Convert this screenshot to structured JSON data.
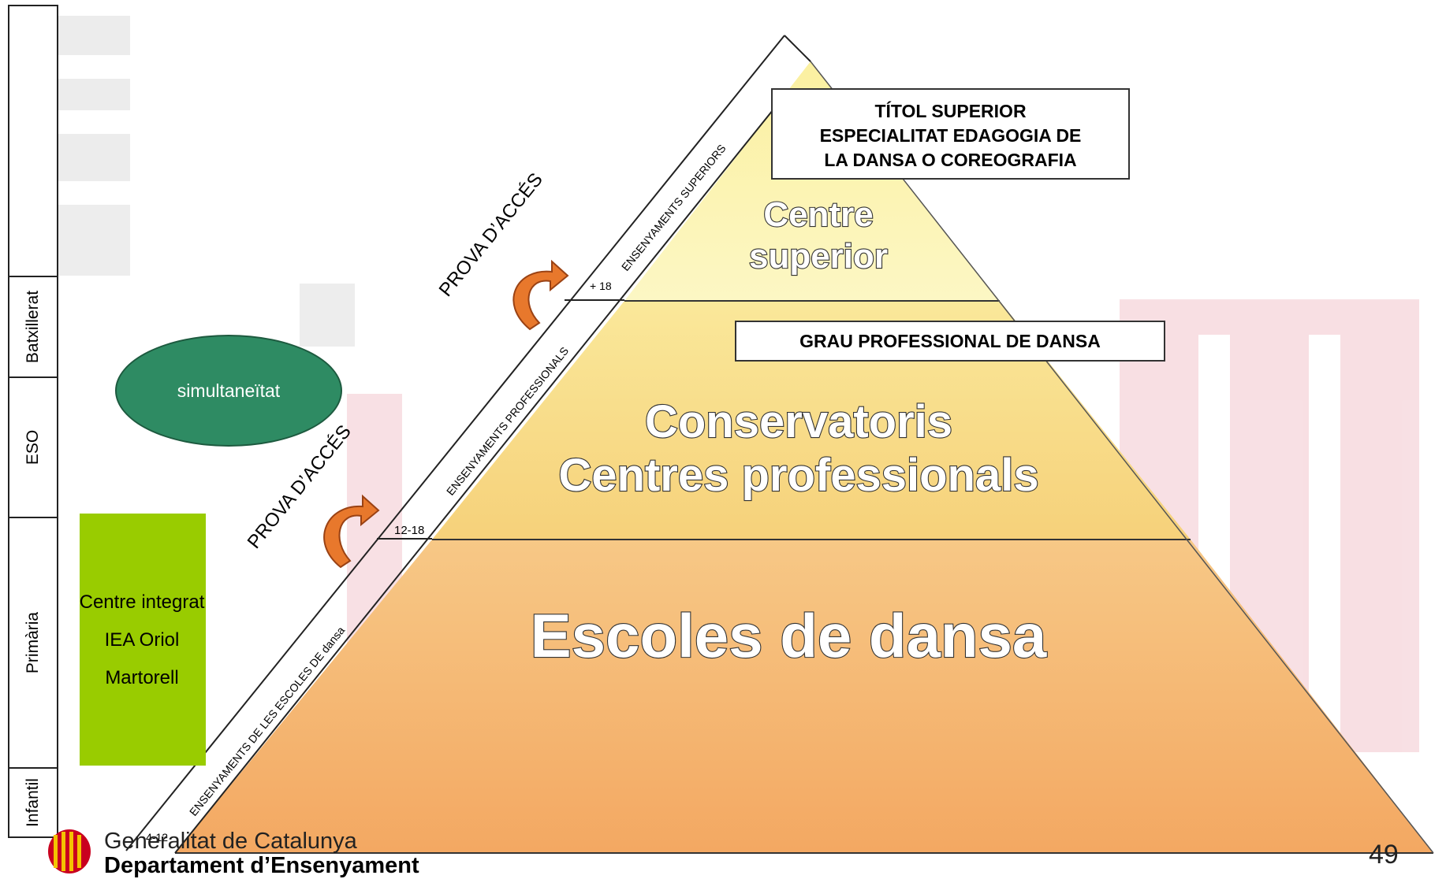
{
  "stages": [
    {
      "label": "Batxillerat"
    },
    {
      "label": "ESO"
    },
    {
      "label": "Primària"
    },
    {
      "label": "Infantil"
    }
  ],
  "levels": {
    "top": "Centre superior",
    "top_line1": "Centre",
    "top_line2": "superior",
    "middle_line1": "Conservatoris",
    "middle_line2": "Centres professionals",
    "bottom": "Escoles de dansa"
  },
  "boxes": {
    "superior_line1": "TÍTOL SUPERIOR",
    "superior_line2": "ESPECIALITAT EDAGOGIA DE",
    "superior_line3": "LA DANSA O COREOGRAFIA",
    "grau": "GRAU PROFESSIONAL DE DANSA"
  },
  "band_labels": {
    "superiors": "ENSENYAMENTS SUPERIORS",
    "professionals": "ENSENYAMENTS PROFESSIONALS",
    "escoles": "ENSENYAMENTS DE LES ESCOLES DE dansa"
  },
  "ages": {
    "superior": "+ 18",
    "professional": "12-18",
    "escoles": "4-12"
  },
  "access_exam": "PROVA D’ACCÉS",
  "simultaneity": "simultaneïtat",
  "integrated_centre": [
    "Centre integrat",
    "IEA Oriol",
    "Martorell"
  ],
  "footer": {
    "line1": "Generalitat de Catalunya",
    "line2": "Departament d’Ensenyament",
    "page_number": "49"
  },
  "colors": {
    "top_tier": "#fbf5b4",
    "middle_tier": "#f7df8a",
    "bottom_tier": "#f4b26c",
    "arrow": "#e8782c",
    "ellipse": "#2e8b63",
    "integrated_box": "#99cc00",
    "watermark": "#c9001f"
  }
}
